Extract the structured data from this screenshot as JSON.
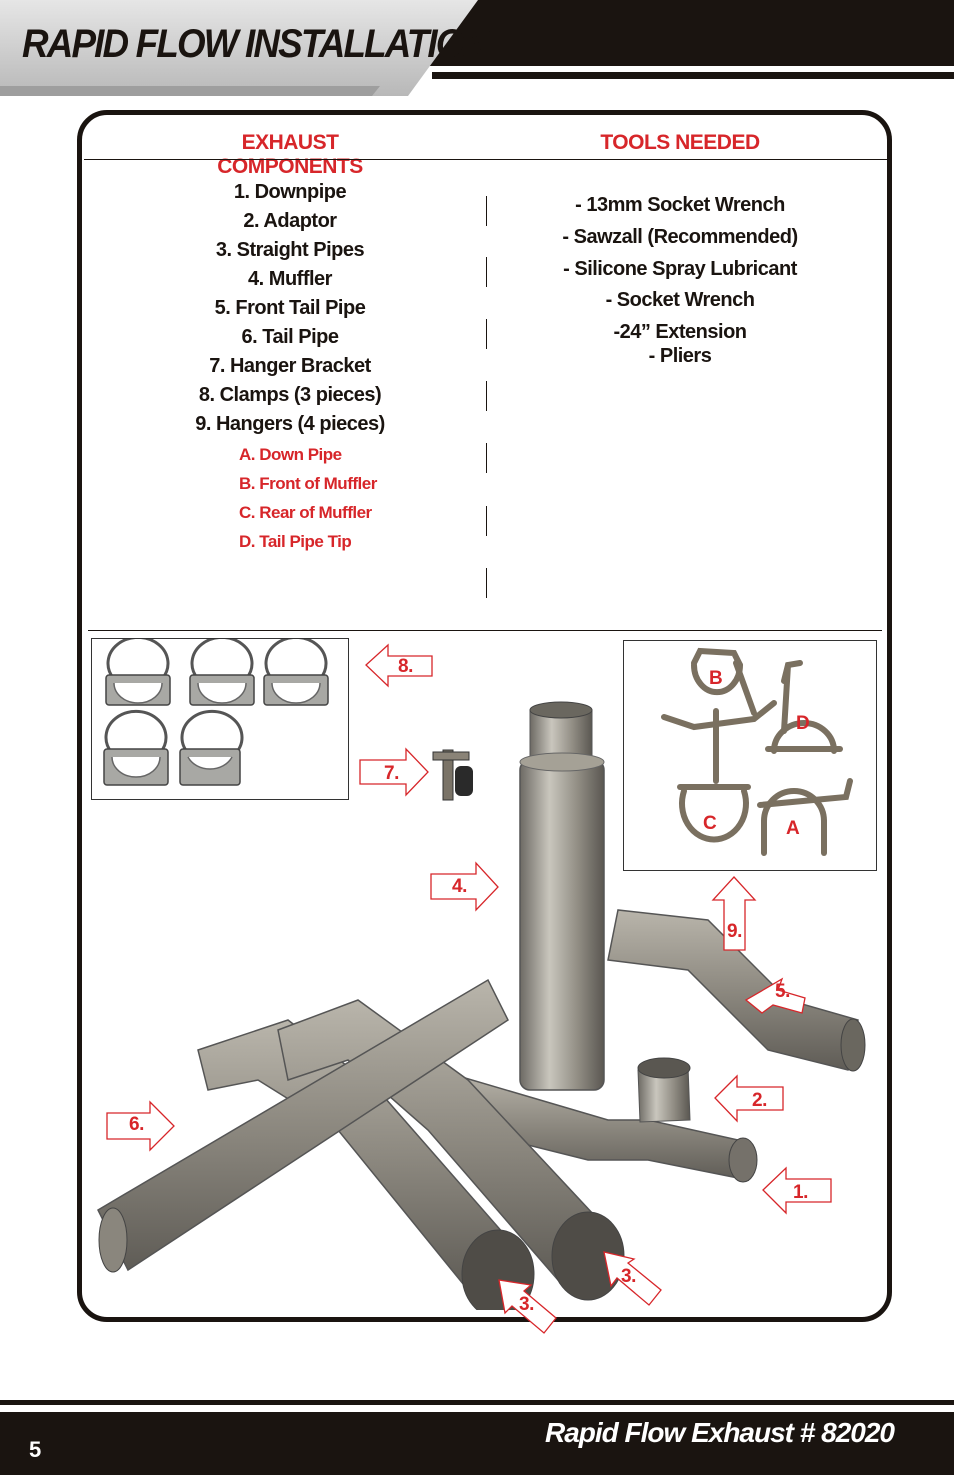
{
  "header": {
    "title": "RAPID FLOW INSTALLATION"
  },
  "columns": {
    "components_heading": "EXHAUST COMPONENTS",
    "tools_heading": "TOOLS NEEDED"
  },
  "components": [
    "1. Downpipe",
    "2. Adaptor",
    "3. Straight Pipes",
    "4. Muffler",
    "5. Front Tail Pipe",
    "6. Tail Pipe",
    "7. Hanger Bracket",
    "8. Clamps (3 pieces)",
    "9. Hangers (4 pieces)"
  ],
  "hanger_parts": [
    "A. Down Pipe",
    "B. Front of Muffler",
    "C. Rear of Muffler",
    "D. Tail Pipe Tip"
  ],
  "tools": [
    "- 13mm Socket Wrench",
    "- Sawzall (Recommended)",
    "- Silicone Spray Lubricant",
    "- Socket Wrench",
    "-24” Extension",
    "- Pliers"
  ],
  "callouts": {
    "c1": "1.",
    "c2": "2.",
    "c3a": "3.",
    "c3b": "3.",
    "c4": "4.",
    "c5": "5.",
    "c6": "6.",
    "c7": "7.",
    "c8": "8.",
    "c9": "9."
  },
  "hanger_letters": {
    "a": "A",
    "b": "B",
    "c": "C",
    "d": "D"
  },
  "footer": {
    "page_number": "5",
    "title": "Rapid Flow Exhaust # 82020"
  },
  "colors": {
    "accent": "#d7262a",
    "dark": "#1a1410",
    "steel": "#9a9890"
  }
}
